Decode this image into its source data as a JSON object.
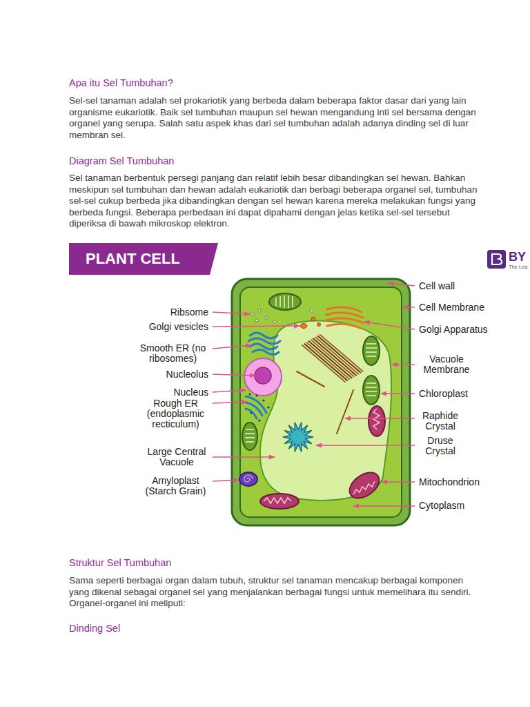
{
  "diagram": {
    "title": "Apa itu Sel Tumbuhan?",
    "nodes": [
      {
        "text": [
          "PLANT CELL"
        ]
      }
    ],
    "labels": [
      "Sel-sel tanaman adalah sel prokariotik yang berbeda dalam beberapa faktor dasar dari yang lain organisme eukariotik. Baik sel tumbuhan maupun sel hewan mengandung inti sel bersama dengan organel yang serupa. Salah satu aspek khas dari sel tumbuhan adalah adanya dinding sel di luar membran sel.",
      "Diagram Sel Tumbuhan",
      "Sel tanaman berbentuk persegi panjang dan relatif lebih besar dibandingkan sel hewan. Bahkan meskipun sel tumbuhan dan hewan adalah eukariotik dan berbagi beberapa organel sel, tumbuhan sel-sel cukup berbeda jika dibandingkan dengan sel hewan karena mereka melakukan fungsi yang berbeda fungsi. Beberapa perbedaan ini dapat dipahami dengan jelas ketika sel-sel tersebut diperiksa di bawah mikroskop elektron.",
      "BY",
      "The Lea",
      "Ribsome",
      "Golgi vesicles",
      "Smooth ER (no ribosomes)",
      "Nucleolus",
      "Nucleus",
      "Rough ER (endoplasmic recticulum)",
      "Large Central Vacuole",
      "Amyloplast (Starch Grain)",
      "Cell wall",
      "Cell Membrane",
      "Golgi Apparatus",
      "Vacuole Membrane",
      "Chloroplast",
      "Raphide Crystal",
      "Druse Crystal",
      "Mitochondrion",
      "Cytoplasm",
      "Struktur Sel Tumbuhan",
      "Sama seperti berbagai organ dalam tubuh, struktur sel tanaman mencakup berbagai komponen yang dikenal sebagai organel sel yang menjalankan berbagai fungsi untuk memelihara itu sendiri. Organel-organel ini meliputi:",
      "Dinding Sel"
    ]
  }
}
